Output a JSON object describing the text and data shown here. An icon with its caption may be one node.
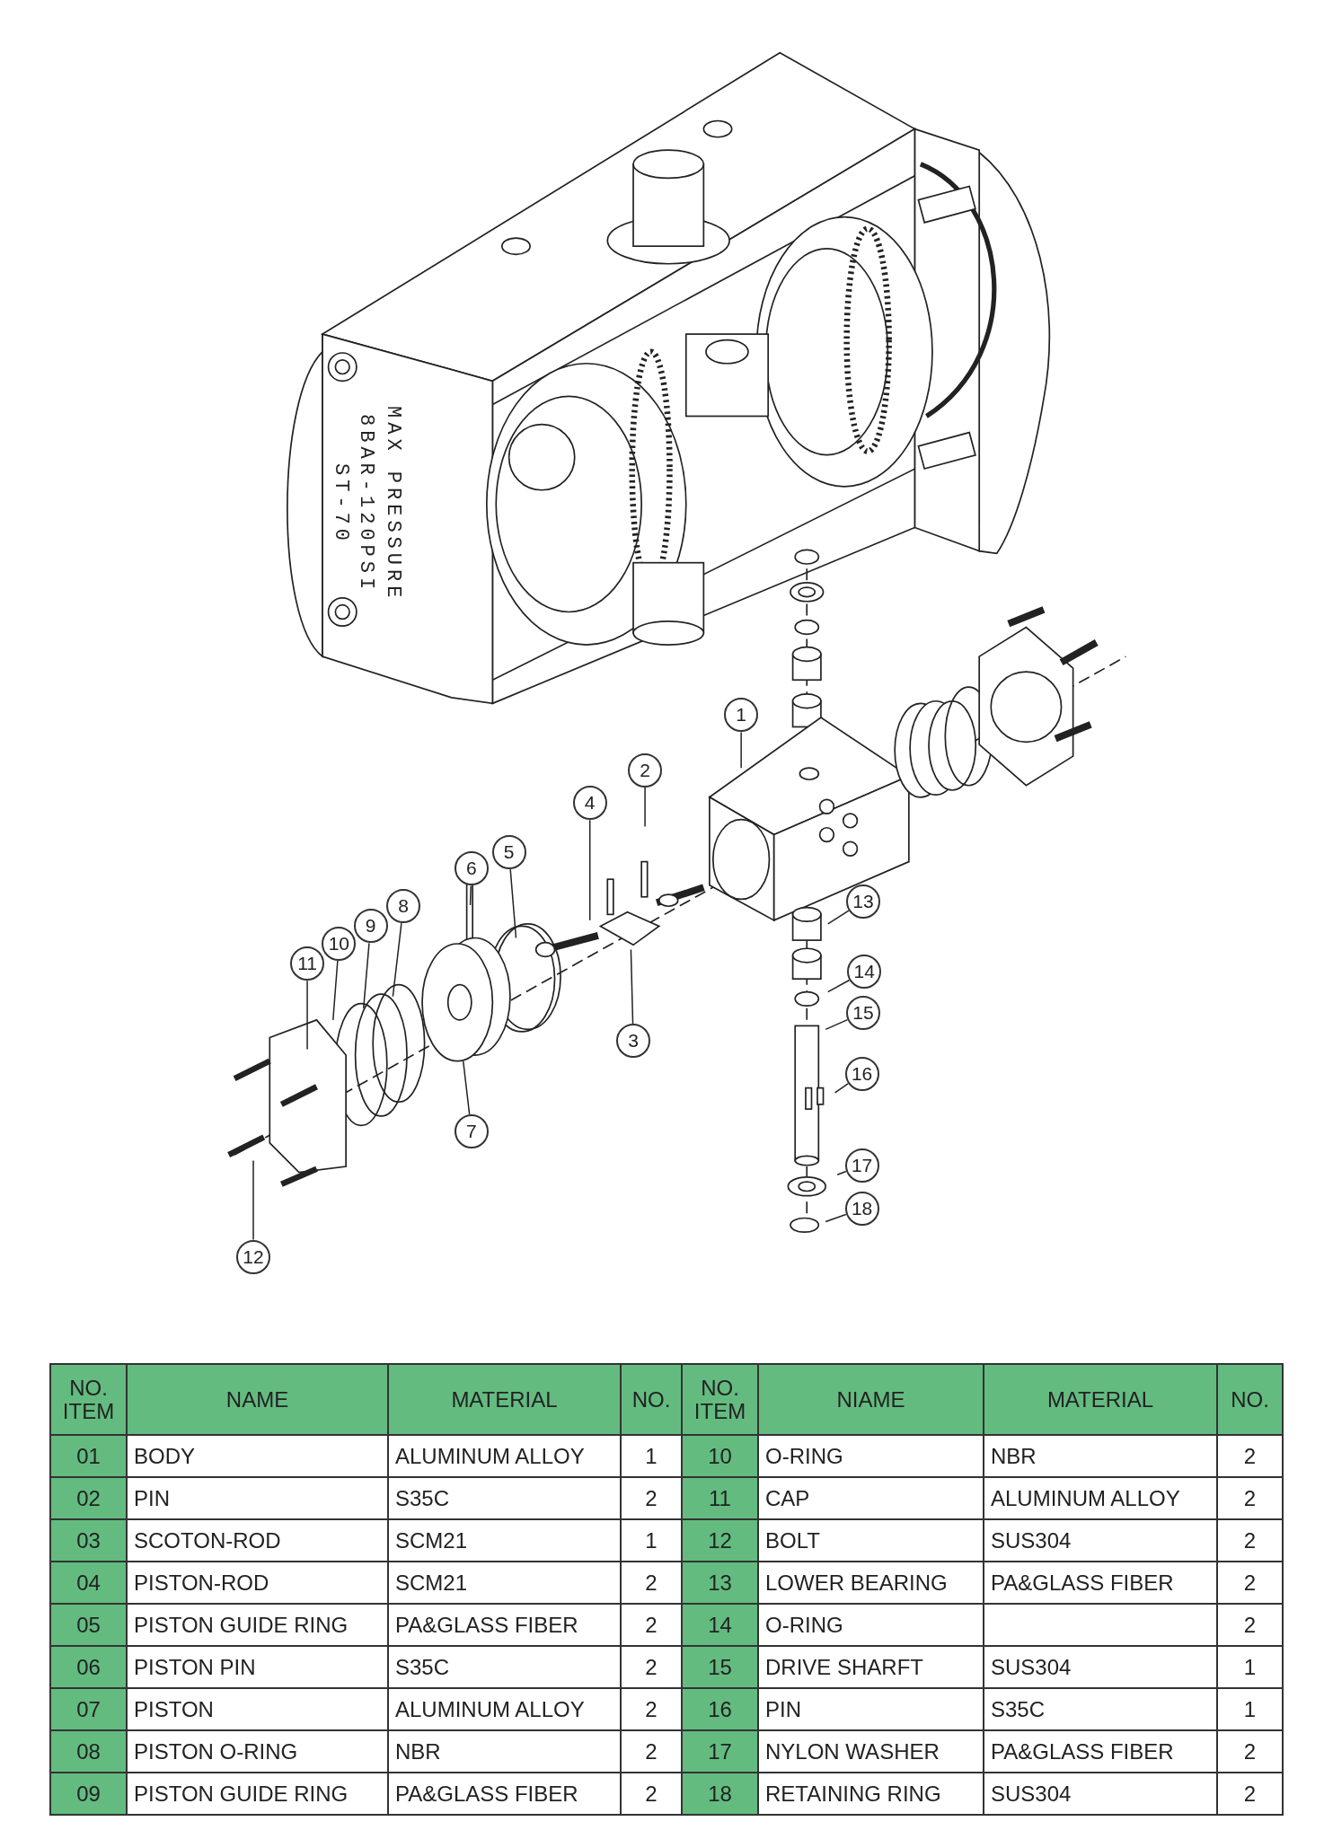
{
  "diagram": {
    "nodes": [
      {
        "text": [
          "1"
        ]
      },
      {
        "text": [
          "2"
        ]
      },
      {
        "text": [
          "3"
        ]
      },
      {
        "text": [
          "4"
        ]
      },
      {
        "text": [
          "5"
        ]
      },
      {
        "text": [
          "6"
        ]
      },
      {
        "text": [
          "7"
        ]
      },
      {
        "text": [
          "8"
        ]
      },
      {
        "text": [
          "9"
        ]
      },
      {
        "text": [
          "10"
        ]
      },
      {
        "text": [
          "11"
        ]
      },
      {
        "text": [
          "12"
        ]
      },
      {
        "text": [
          "13"
        ]
      },
      {
        "text": [
          "14"
        ]
      },
      {
        "text": [
          "15"
        ]
      },
      {
        "text": [
          "16"
        ]
      },
      {
        "text": [
          "17"
        ]
      },
      {
        "text": [
          "18"
        ]
      }
    ],
    "edges": [
      {
        "from": 0,
        "to": null,
        "arrow": "none"
      },
      {
        "from": 1,
        "to": null,
        "arrow": "none"
      },
      {
        "from": 2,
        "to": null,
        "arrow": "none"
      },
      {
        "from": 3,
        "to": null,
        "arrow": "none"
      },
      {
        "from": 4,
        "to": null,
        "arrow": "none"
      },
      {
        "from": 5,
        "to": null,
        "arrow": "none"
      },
      {
        "from": 6,
        "to": null,
        "arrow": "none"
      },
      {
        "from": 7,
        "to": null,
        "arrow": "none"
      },
      {
        "from": 8,
        "to": null,
        "arrow": "none"
      },
      {
        "from": 9,
        "to": null,
        "arrow": "none"
      },
      {
        "from": 10,
        "to": null,
        "arrow": "none"
      },
      {
        "from": 11,
        "to": null,
        "arrow": "none"
      },
      {
        "from": 12,
        "to": null,
        "arrow": "none"
      },
      {
        "from": 13,
        "to": null,
        "arrow": "none"
      },
      {
        "from": 14,
        "to": null,
        "arrow": "none"
      },
      {
        "from": 15,
        "to": null,
        "arrow": "none"
      },
      {
        "from": 16,
        "to": null,
        "arrow": "none"
      },
      {
        "from": 17,
        "to": null,
        "arrow": "none"
      }
    ],
    "labels": [
      "ST-70",
      "8BAR-120PSI",
      "MAX PRESSURE",
      "NO. ITEM",
      "NAME",
      "MATERIAL",
      "NO.",
      "NO. ITEM",
      "NIAME",
      "MATERIAL",
      "NO.",
      "01",
      "BODY",
      "ALUMINUM ALLOY",
      "1",
      "10",
      "O-RING",
      "NBR",
      "2",
      "02",
      "PIN",
      "S35C",
      "2",
      "11",
      "CAP",
      "ALUMINUM ALLOY",
      "2",
      "03",
      "SCOTON-ROD",
      "SCM21",
      "1",
      "12",
      "BOLT",
      "SUS304",
      "2",
      "04",
      "PISTON-ROD",
      "SCM21",
      "2",
      "13",
      "LOWER BEARING",
      "PA&GLASS FIBER",
      "2",
      "05",
      "PISTON GUIDE RING",
      "PA&GLASS FIBER",
      "2",
      "14",
      "O-RING",
      "2",
      "06",
      "PISTON PIN",
      "S35C",
      "2",
      "15",
      "DRIVE SHARFT",
      "SUS304",
      "1",
      "07",
      "PISTON",
      "ALUMINUM ALLOY",
      "2",
      "16",
      "PIN",
      "S35C",
      "1",
      "08",
      "PISTON O-RING",
      "NBR",
      "2",
      "17",
      "NYLON WASHER",
      "PA&GLASS FIBER",
      "2",
      "09",
      "PISTON GUIDE RING",
      "PA&GLASS FIBER",
      "2",
      "18",
      "RETAINING RING",
      "SUS304",
      "2"
    ]
  }
}
